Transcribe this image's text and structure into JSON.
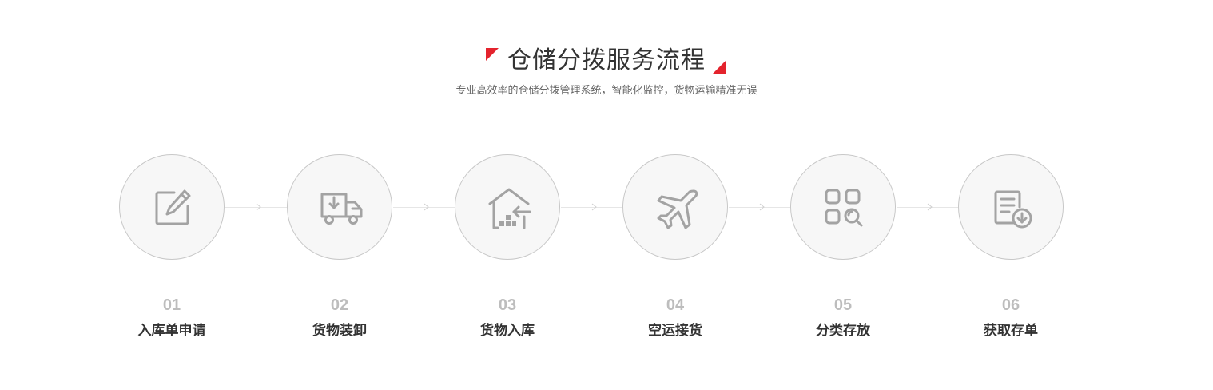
{
  "header": {
    "title": "仓储分拨服务流程",
    "subtitle": "专业高效率的仓储分拨管理系统，智能化监控，货物运输精准无误",
    "accent_color": "#e4232d"
  },
  "steps": [
    {
      "num": "01",
      "label": "入库单申请",
      "icon": "edit-document-icon"
    },
    {
      "num": "02",
      "label": "货物装卸",
      "icon": "delivery-truck-icon"
    },
    {
      "num": "03",
      "label": "货物入库",
      "icon": "warehouse-inbound-icon"
    },
    {
      "num": "04",
      "label": "空运接货",
      "icon": "airplane-icon"
    },
    {
      "num": "05",
      "label": "分类存放",
      "icon": "category-search-icon"
    },
    {
      "num": "06",
      "label": "获取存单",
      "icon": "document-download-icon"
    }
  ]
}
